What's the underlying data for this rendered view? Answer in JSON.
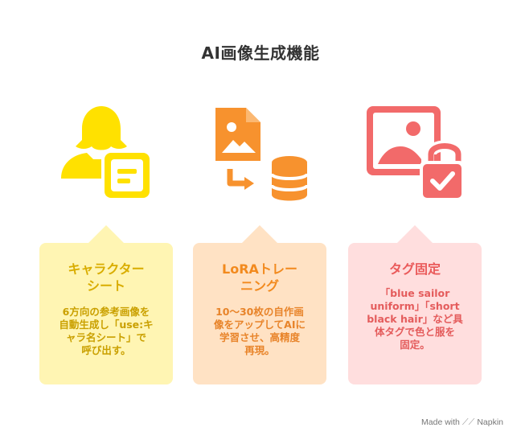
{
  "title": "AI画像生成機能",
  "colors": {
    "yellow": "#ffe100",
    "orange": "#f7922e",
    "red": "#f26a6a"
  },
  "cards": [
    {
      "icon": "person-with-sheet-icon",
      "title_lines": [
        "キャラクター",
        "シート"
      ],
      "desc_lines": [
        "6方向の参考画像を",
        "自動生成し「use:キ",
        "ャラ名シート」で",
        "呼び出す。"
      ]
    },
    {
      "icon": "image-to-database-icon",
      "title_lines": [
        "LoRAトレー",
        "ニング"
      ],
      "desc_lines": [
        "10〜30枚の自作画",
        "像をアップしてAIに",
        "学習させ、高精度",
        "再現。"
      ]
    },
    {
      "icon": "image-lock-icon",
      "title_lines": [
        "タグ固定"
      ],
      "desc_lines": [
        "「blue sailor",
        "uniform」「short",
        "black hair」など具",
        "体タグで色と服を",
        "固定。"
      ]
    }
  ],
  "footer": {
    "made_with": "Made with",
    "brand": "Napkin"
  }
}
